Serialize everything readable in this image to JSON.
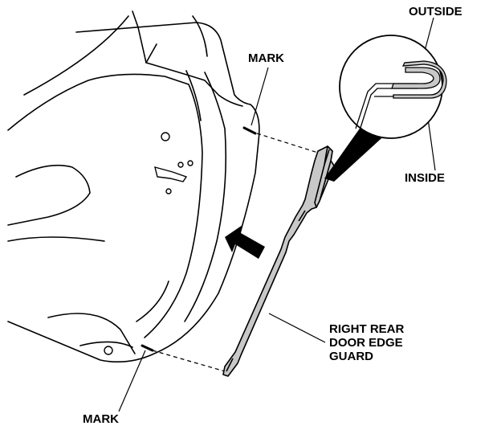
{
  "labels": {
    "outside": "OUTSIDE",
    "inside": "INSIDE",
    "mark_top": "MARK",
    "mark_bottom": "MARK",
    "guard_line1": "RIGHT REAR",
    "guard_line2": "DOOR EDGE",
    "guard_line3": "GUARD"
  },
  "colors": {
    "line": "#000000",
    "guard_fill": "#c8c8c8",
    "background": "#ffffff"
  },
  "icons": {
    "direction_arrow": "install-direction-arrow-icon"
  }
}
